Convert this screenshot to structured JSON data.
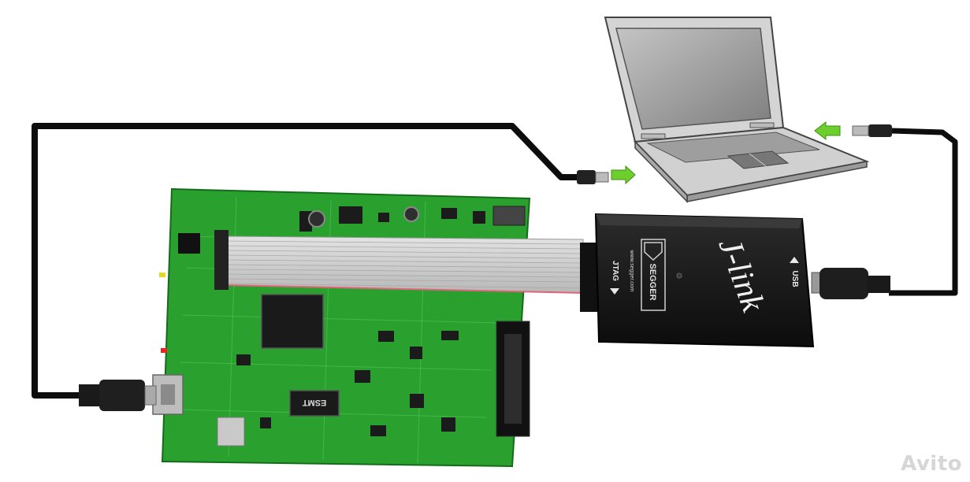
{
  "colors": {
    "pcb": "#2aa12f",
    "pcb_dark": "#1f7f25",
    "cable": "#0d0d0d",
    "ribbon": "#cfcfcf",
    "jlink_body": "#161616",
    "laptop_body": "#cfcfcf",
    "laptop_screen": "#9b9b9b",
    "arrow": "#6ccf2d"
  },
  "jlink": {
    "brand": "J-link",
    "vendor": "SEGGER",
    "website": "www.segger.com",
    "jtag_label": "JTAG",
    "usb_label": "USB"
  },
  "pcb_chips": {
    "esmt": "ESMT"
  },
  "watermark": {
    "text": "Avito"
  }
}
